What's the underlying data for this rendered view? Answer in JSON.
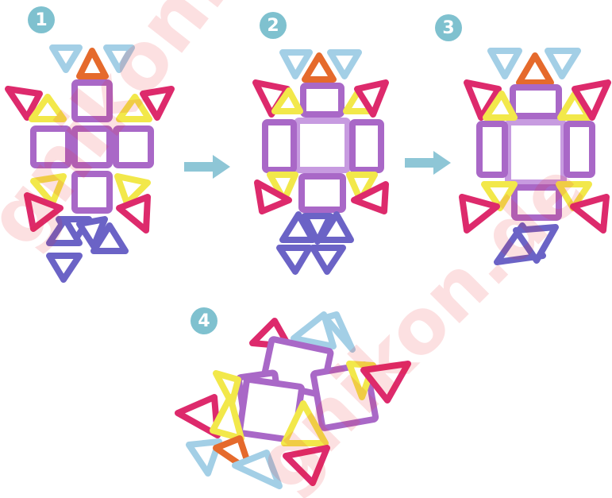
{
  "colors": {
    "badge": "#7fc1cf",
    "arrow": "#8ec6d6",
    "square": "#a968c7",
    "square_light": "#c79be0",
    "orange_triangle": "#e56a2c",
    "light_blue_triangle": "#a3cfe6",
    "pink_triangle": "#dd2a6c",
    "yellow_triangle": "#f2e84a",
    "violet_triangle": "#6b63c6",
    "watermark": "#e8202e"
  },
  "steps": [
    {
      "number": "1"
    },
    {
      "number": "2"
    },
    {
      "number": "3"
    },
    {
      "number": "4"
    }
  ],
  "watermarks": [
    "gnikon.de",
    "gnikon.de"
  ]
}
